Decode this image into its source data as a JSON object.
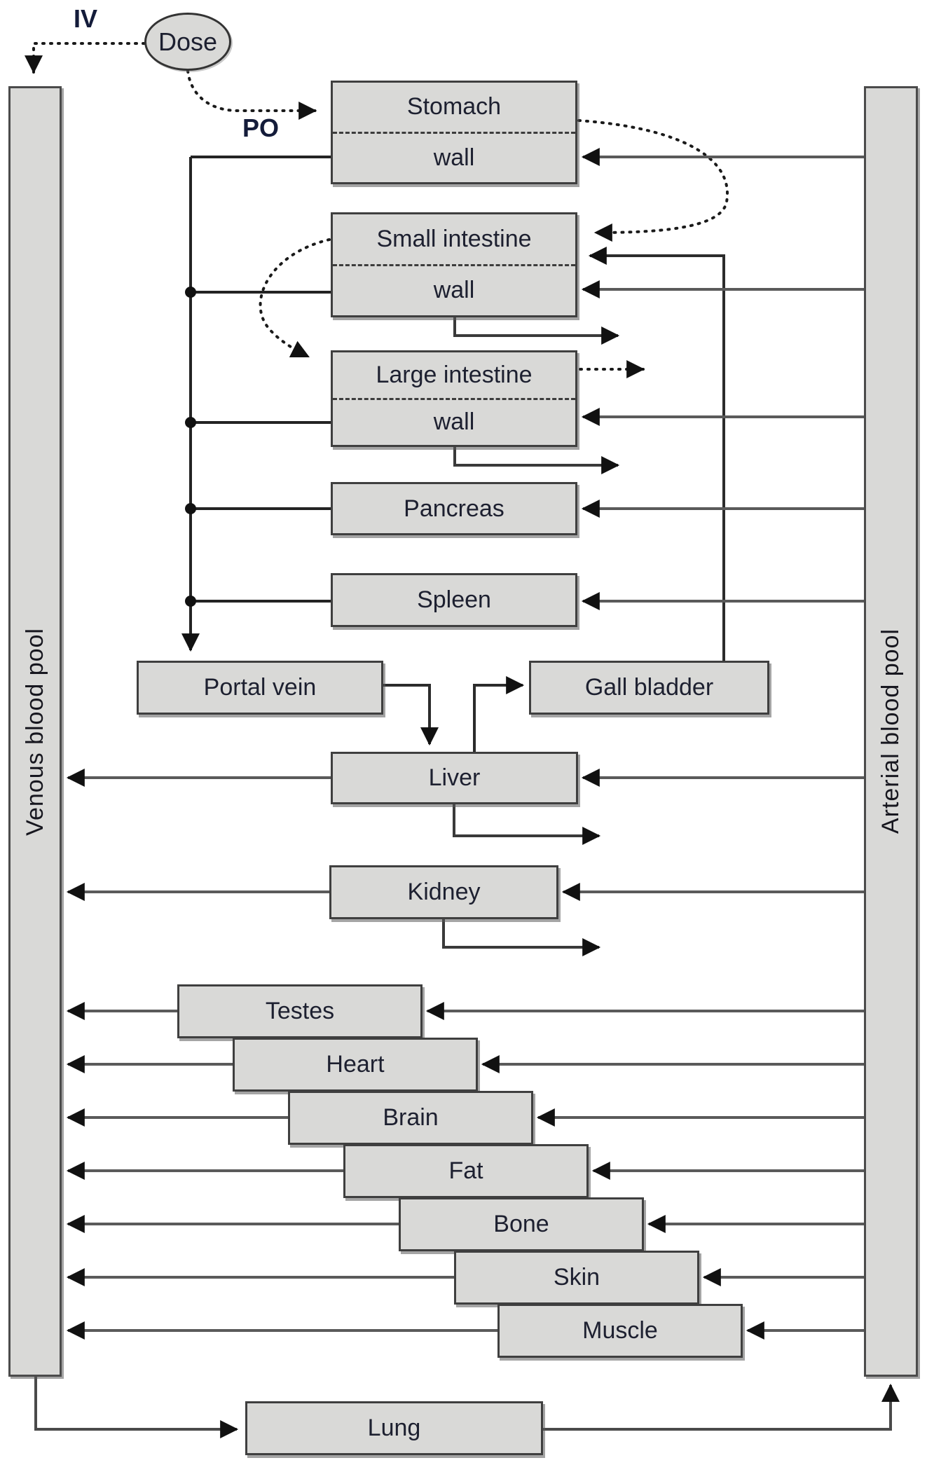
{
  "figure": {
    "title_semantics": "Whole-body PBPK model flow diagram",
    "dose": {
      "label": "Dose"
    },
    "routes": {
      "iv": "IV",
      "po": "PO"
    },
    "pools": {
      "venous": {
        "label": "Venous blood pool"
      },
      "arterial": {
        "label": "Arterial blood pool"
      }
    },
    "compartments": [
      {
        "id": "stomach",
        "label": "Stomach",
        "sub": "wall",
        "divided": true
      },
      {
        "id": "small-intestine",
        "label": "Small intestine",
        "sub": "wall",
        "divided": true
      },
      {
        "id": "large-intestine",
        "label": "Large intestine",
        "sub": "wall",
        "divided": true
      },
      {
        "id": "pancreas",
        "label": "Pancreas",
        "divided": false
      },
      {
        "id": "spleen",
        "label": "Spleen",
        "divided": false
      },
      {
        "id": "portal-vein",
        "label": "Portal vein",
        "divided": false
      },
      {
        "id": "gall-bladder",
        "label": "Gall bladder",
        "divided": false
      },
      {
        "id": "liver",
        "label": "Liver",
        "divided": false
      },
      {
        "id": "kidney",
        "label": "Kidney",
        "divided": false
      },
      {
        "id": "testes",
        "label": "Testes",
        "divided": false
      },
      {
        "id": "heart",
        "label": "Heart",
        "divided": false
      },
      {
        "id": "brain",
        "label": "Brain",
        "divided": false
      },
      {
        "id": "fat",
        "label": "Fat",
        "divided": false
      },
      {
        "id": "bone",
        "label": "Bone",
        "divided": false
      },
      {
        "id": "skin",
        "label": "Skin",
        "divided": false
      },
      {
        "id": "muscle",
        "label": "Muscle",
        "divided": false
      },
      {
        "id": "lung",
        "label": "Lung",
        "divided": false
      }
    ],
    "colors": {
      "box_fill": "#d9d9d7",
      "box_border": "#3f3f3f",
      "text": "#1d2030",
      "wire_gray": "#5a5a5a",
      "wire_dark": "#232323",
      "arrowhead": "#111111",
      "background": "#ffffff"
    }
  }
}
